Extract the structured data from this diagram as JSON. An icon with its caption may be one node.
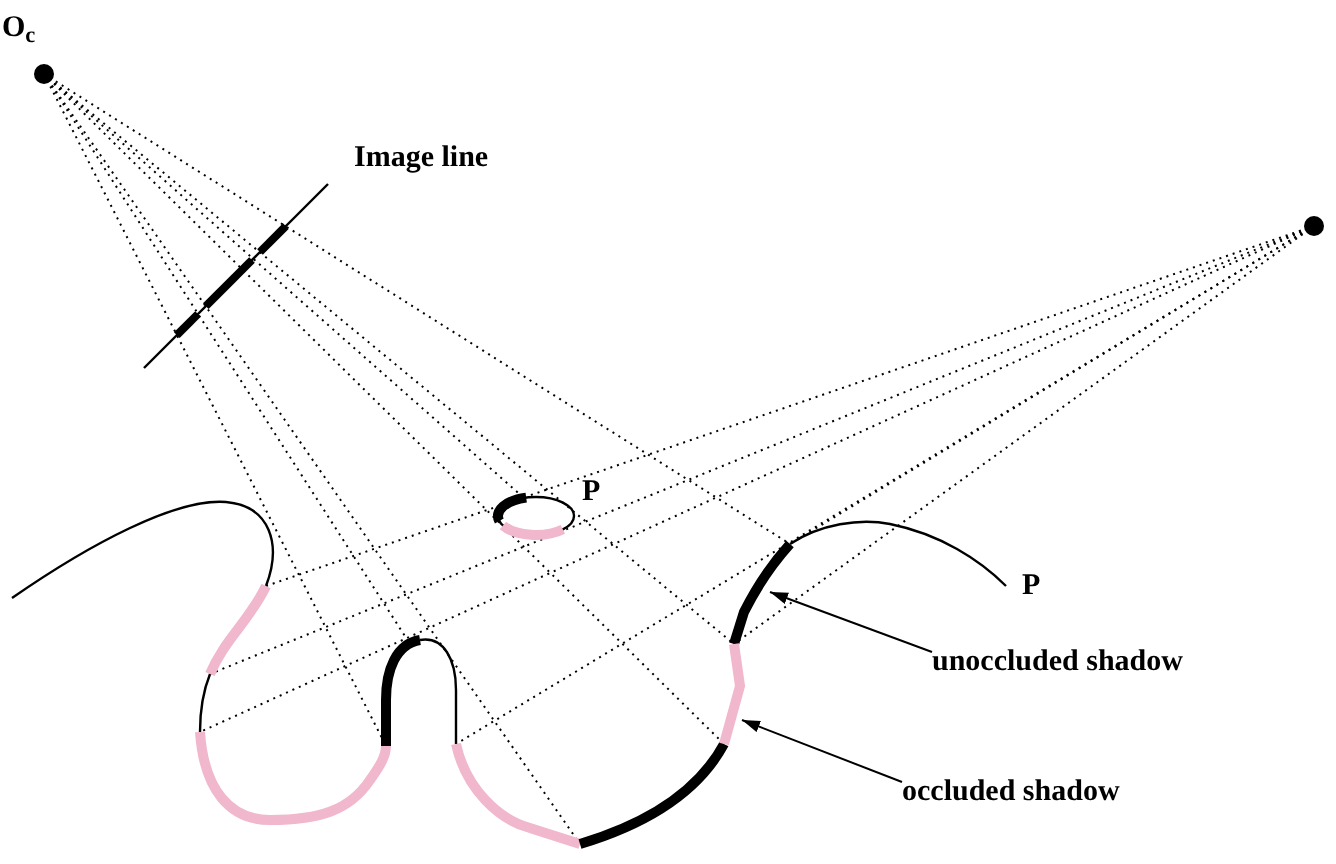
{
  "diagram": {
    "nodes": [
      {
        "text": [],
        "shape": "circle",
        "beside": [
          "O$_{c}$"
        ]
      },
      {
        "text": [],
        "shape": "circle"
      },
      {
        "text": [
          "unoccluded shadow"
        ]
      },
      {
        "text": [],
        "shape": "curve"
      },
      {
        "text": [
          "occluded shadow"
        ]
      },
      {
        "text": [],
        "shape": "curve"
      }
    ],
    "edges": [
      {
        "from": 2,
        "to": 3,
        "arrow": "to"
      },
      {
        "from": 4,
        "to": 5,
        "arrow": "to"
      }
    ],
    "labels": [
      "Image line",
      "P",
      "P"
    ]
  }
}
